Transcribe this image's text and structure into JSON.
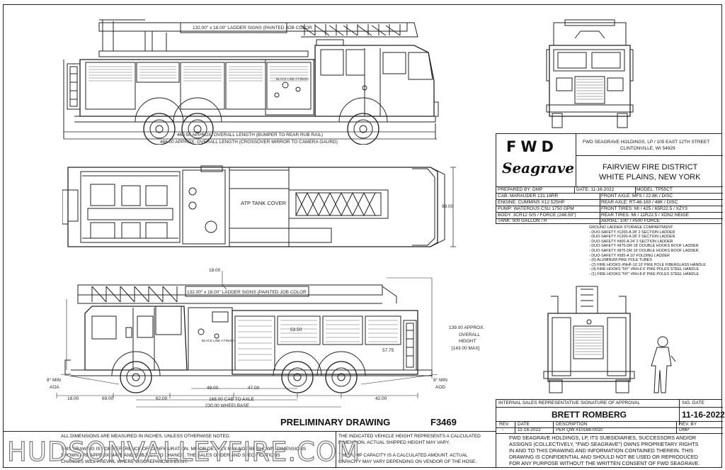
{
  "dims": {
    "ladder_signs_top": "132.00\" x 18.00\" LADDER SIGNS (PAINTED JOB COLOR",
    "ladder_signs_side": "132.00\" x 18.00\" LADDER SIGNS (PAINTED JOB COLOR",
    "overall_length_1": "460.50 APPROX. OVERALL LENGTH (BUMPER TO REAR RUB RAIL)",
    "overall_length_2": "466.00 APPROX. OVERALL LENGTH (CROSSOVER MIRROR TO CAMERA GAURD)",
    "width": "99.00",
    "tank_cover": "ATP TANK COVER",
    "ladder_width": "18.00",
    "height_1": "139.00 APPROX.",
    "height_2": "OVERALL",
    "height_3": "HEIGHT",
    "height_4": "[143.00 MAX]",
    "aoa_1": "8° MIN",
    "aoa_2": "AOA",
    "aod_1": "8° MIN",
    "aod_2": "AOD",
    "d18": "18.00",
    "d69": "69.00",
    "d62": "62.00",
    "d48": "48.00",
    "d47": "47.00",
    "d42": "42.00",
    "d5350": "53.50",
    "d5775": "57.75",
    "cab_to_axle": "168.00 CAB TO AXLE",
    "wheelbase": "230.00 WHEELBASE",
    "body_label_1": "BLACK LINE A FINISH",
    "body_label_2": "BLACK LINE A FINISH"
  },
  "titleblock": {
    "logo_text": "FWD",
    "brand_script": "Seagrave",
    "company_address_1": "FWD SEAGRAVE HOLDINGS, LP / 105 EAST 12TH STREET",
    "company_address_2": "CLINTONVILLE, WI 54929",
    "customer_1": "FAIRVIEW FIRE DISTRICT",
    "customer_2": "WHITE PLAINS, NEW YORK",
    "prepared_by": "PREPARED BY: DMP",
    "date": "DATE:  11-16-2022",
    "model": "MODEL:  TP55CT",
    "specs": [
      {
        "left": "CAB:  MARAUDER 131.16RR",
        "right": "FRONT AXLE:  MFS / 22.8K / DISC"
      },
      {
        "left": "ENGINE: CUMMINS X12 525HP",
        "right": "REAR AXLE:  RT-46-160 / 48K / DISC"
      },
      {
        "left": "PUMP:  WATEROUS CSU 1750 GPM",
        "right": "FRONT TIRES:  MI / 425 / 65R22.5 / XZY3"
      },
      {
        "left": "BODY:  3CR12 S/S / FORCE (248.50\")",
        "right": "REAR TIRES:  MI / 11R22.5 / XDN2 NEIGE"
      },
      {
        "left": "TANK:  500 GALLON / R",
        "right": "AERIAL:  100' / #500 FORCE"
      }
    ],
    "ladder_heading": "GROUND LADDER STORAGE COMPARTMENT:",
    "ladders": [
      "- DUO-SAFETY #1200-A 28' 2 SECTION LADDER",
      "- DUO-SAFETY #1200-A 28' 2 SECTION LADDER",
      "- DUO-SAFETY #900-A 24' 2 SECTION LADDER",
      "- DUO-SAFETY #875-DR 18' DOUBLE HOOKS ROOF LADDER",
      "- DUO-SAFETY #875-DR 16' DOUBLE HOOKS ROOF LADDER",
      "- DUO-SAFETY #585-A 10' FOLDING LADDER",
      "- (6) ALUMINUM PIKE POLE TUBES",
      "- (2) FIRE HOOKS #NHF-10 10' PIKE POLE FIBERGLASS HANDLE",
      "- (4) FIRE HOOKS \"NY\" #RH-6 6' PIKE POLES STEEL HANDLE",
      "- (1) FIRE HOOKS \"NY\" #RH-8 8' PIKE POLES STEEL HANDLE"
    ],
    "sig_heading": "INTERNAL SALES REPRESENTATIVE SIGNATURE OF APPROVAL",
    "sig_date_heading": "SIG. DATE",
    "sig_name": "BRETT ROMBERG",
    "sig_date": "11-16-2022",
    "rev_headers": {
      "rev": "REV.",
      "date": "DATE",
      "desc": "DESCRIPTION",
      "by": "REV. BY"
    },
    "rev_row": {
      "rev": "-",
      "date": "11-16-2022",
      "desc": "PER QW #10168-0010",
      "by": "DMP"
    },
    "legal": [
      "FWD SEAGRAVE HOLDINGS, LP, ITS SUBSIDIARIES, SUCCESSORS AND/OR",
      "ASSIGNS (COLLECTIVELY, \"FWD SEAGRAVE\") OWNS PROPRIETARY RIGHTS",
      "IN AND TO THIS DRAWING AND INFORMATION CONTAINED THEREIN. THIS",
      "DRAWING IS CONFIDENTIAL AND SHOULD NOT BE USED OR REPRODUCED",
      "FOR ANY PURPOSE WITHOUT THE WRITTEN CONSENT OF  FWD SEAGRAVE."
    ]
  },
  "footer": {
    "preliminary": "PRELIMINARY DRAWING",
    "drawing_no": "F3469",
    "note_left_1": "ALL DIMENSIONS ARE MEASURED IN INCHES, UNLESS OTHERWISE NOTED.",
    "note_left_2": "THIS DRAWING IS FOR REFERENCE OF CONFIGURATION. MINOR DETAILS MAY NOT BE SHOWN. DIMENSIONS",
    "note_left_3": "SHOWN ARE APPROXIMATE AND SUBJECT TO CHANGE. THE SALES ORDER AND SPECIFICATIONS",
    "note_left_4": "CHANGES WILL PREVAIL WHERE DISCREPANCIES EXIST.",
    "note_mid_1": "THE INDICATED VEHICLE HEIGHT REPRESENTS A CALCULATED",
    "note_mid_2": "DIMENSION.  ACTUAL SHIPPED HEIGHT MAY VARY.",
    "note_mid_3": "THE PUMP CAPACITY IS A CALCULATED AMOUNT.  ACTUAL",
    "note_mid_4": "CAPACITY MAY VARY DEPENDING ON  VENDOR OF THE HOSE.",
    "watermark": "HUDSONVALLEYFIRE.COM"
  }
}
